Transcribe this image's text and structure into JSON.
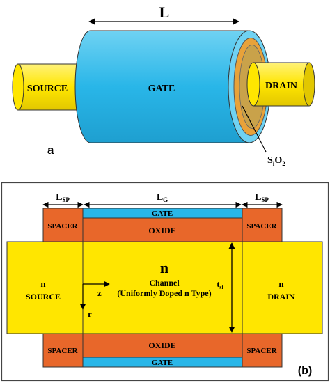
{
  "panel_a": {
    "tag": "a",
    "length_label": "L",
    "source_label": "SOURCE",
    "gate_label": "GATE",
    "drain_label": "DRAIN",
    "oxide_label_main": "S",
    "oxide_label_sub1": "i",
    "oxide_label_mid": "O",
    "oxide_label_sub2": "2"
  },
  "panel_b": {
    "tag": "(b)",
    "lsp_left_main": "L",
    "lsp_left_sub": "SP",
    "lg_main": "L",
    "lg_sub": "G",
    "lsp_right_main": "L",
    "lsp_right_sub": "SP",
    "gate_top": "GATE",
    "gate_bottom": "GATE",
    "oxide_top": "OXIDE",
    "oxide_bottom": "OXIDE",
    "spacer_tl": "SPACER",
    "spacer_tr": "SPACER",
    "spacer_bl": "SPACER",
    "spacer_br": "SPACER",
    "source_n": "n",
    "source_label": "SOURCE",
    "drain_n": "n",
    "drain_label": "DRAIN",
    "channel_n": "n",
    "channel_label": "Channel",
    "channel_desc": "(Uniformly Doped n Type)",
    "z_axis": "z",
    "r_axis": "r",
    "tsi_main": "t",
    "tsi_sub": "si"
  },
  "colors": {
    "gate_blue": "#29b6e8",
    "oxide_orange": "#e8672a",
    "silicon_yellow": "#ffe600",
    "inner_core": "#c9a24a",
    "outline": "#222222"
  }
}
